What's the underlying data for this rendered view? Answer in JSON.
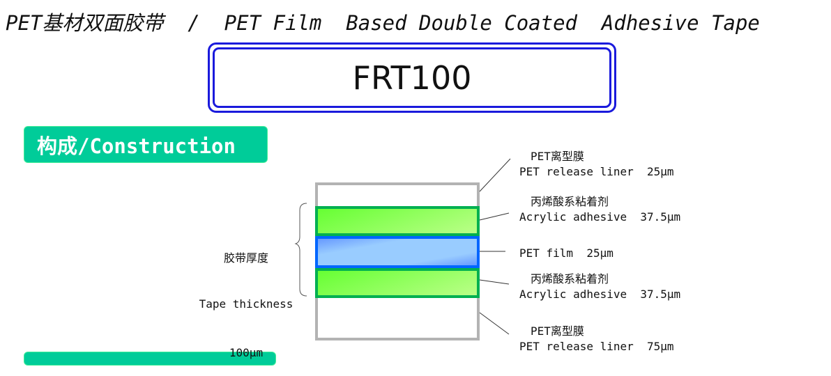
{
  "header": {
    "title": "PET基材双面胶带  /  PET Film  Based Double Coated  Adhesive Tape",
    "model": "FRT100"
  },
  "sections": [
    {
      "label": "构成/Construction"
    }
  ],
  "thickness": {
    "cn": "胶带厚度",
    "en": "Tape thickness",
    "value": "100μm"
  },
  "layers": [
    {
      "cn": "PET离型膜",
      "en": "PET release liner  25μm",
      "color": "#ffffff"
    },
    {
      "cn": "丙烯酸系粘着剂",
      "en": "Acrylic adhesive  37.5μm",
      "color": "#88ee55"
    },
    {
      "cn": "",
      "en": "PET film  25μm",
      "color": "#99ccff"
    },
    {
      "cn": "丙烯酸系粘着剂",
      "en": "Acrylic adhesive  37.5μm",
      "color": "#88ee55"
    },
    {
      "cn": "PET离型膜",
      "en": "PET release liner  75μm",
      "color": "#ffffff"
    }
  ]
}
